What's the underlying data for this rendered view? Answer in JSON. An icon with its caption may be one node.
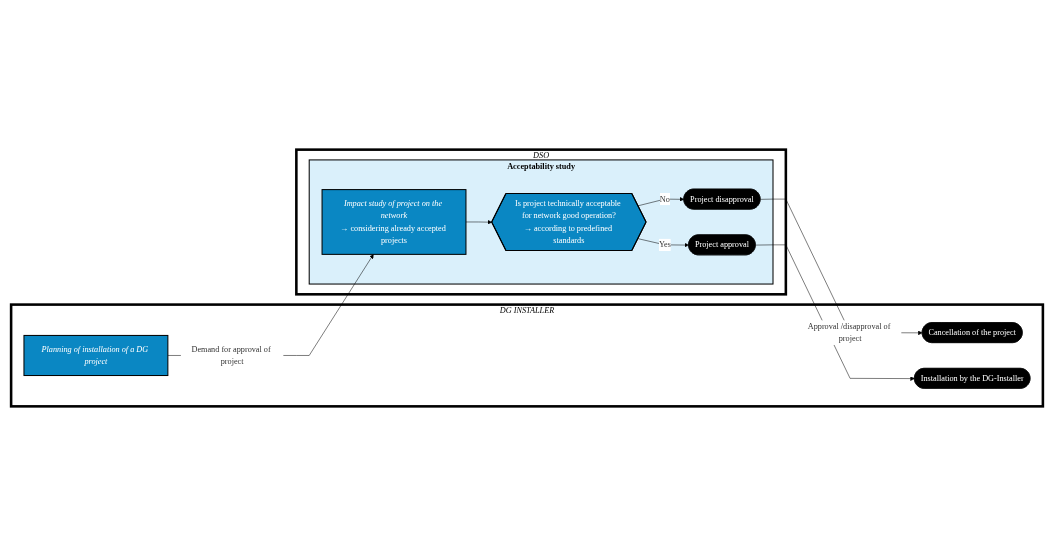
{
  "diagram": {
    "nodes": [
      {
        "text": [
          "DG INSTALLER"
        ]
      },
      {
        "text": [
          "Planning of installation of a DG project"
        ],
        "in": 0
      },
      {
        "text": [
          "Cancellation of the project"
        ],
        "in": 0
      },
      {
        "text": [
          "Installation by the DG-Installer"
        ],
        "in": 0
      },
      {
        "text": [
          "DSO"
        ]
      },
      {
        "text": [
          "Acceptability study"
        ],
        "in": 4
      },
      {
        "text": [
          "Impact study of project on the network",
          "→ considering already accepted projects"
        ],
        "in": 5
      },
      {
        "text": [
          "Is project technically acceptable for network good operation?",
          "→ according to predefined standards"
        ],
        "in": 5
      },
      {
        "text": [
          "Project disapproval"
        ],
        "in": 5
      },
      {
        "text": [
          "Project approval"
        ],
        "in": 5
      }
    ],
    "edges": [
      {
        "from": 1,
        "to": 6,
        "arrow": "to",
        "label": "Demand for approval of project"
      },
      {
        "from": 6,
        "to": 7,
        "arrow": "to"
      },
      {
        "from": 7,
        "to": 8,
        "arrow": "to",
        "label": "No"
      },
      {
        "from": 7,
        "to": 9,
        "arrow": "to",
        "label": "Yes"
      },
      {
        "from": 8,
        "to": 2,
        "arrow": "to",
        "label": "Approval /disapproval of project"
      },
      {
        "from": 9,
        "to": 3,
        "arrow": "to"
      }
    ]
  }
}
